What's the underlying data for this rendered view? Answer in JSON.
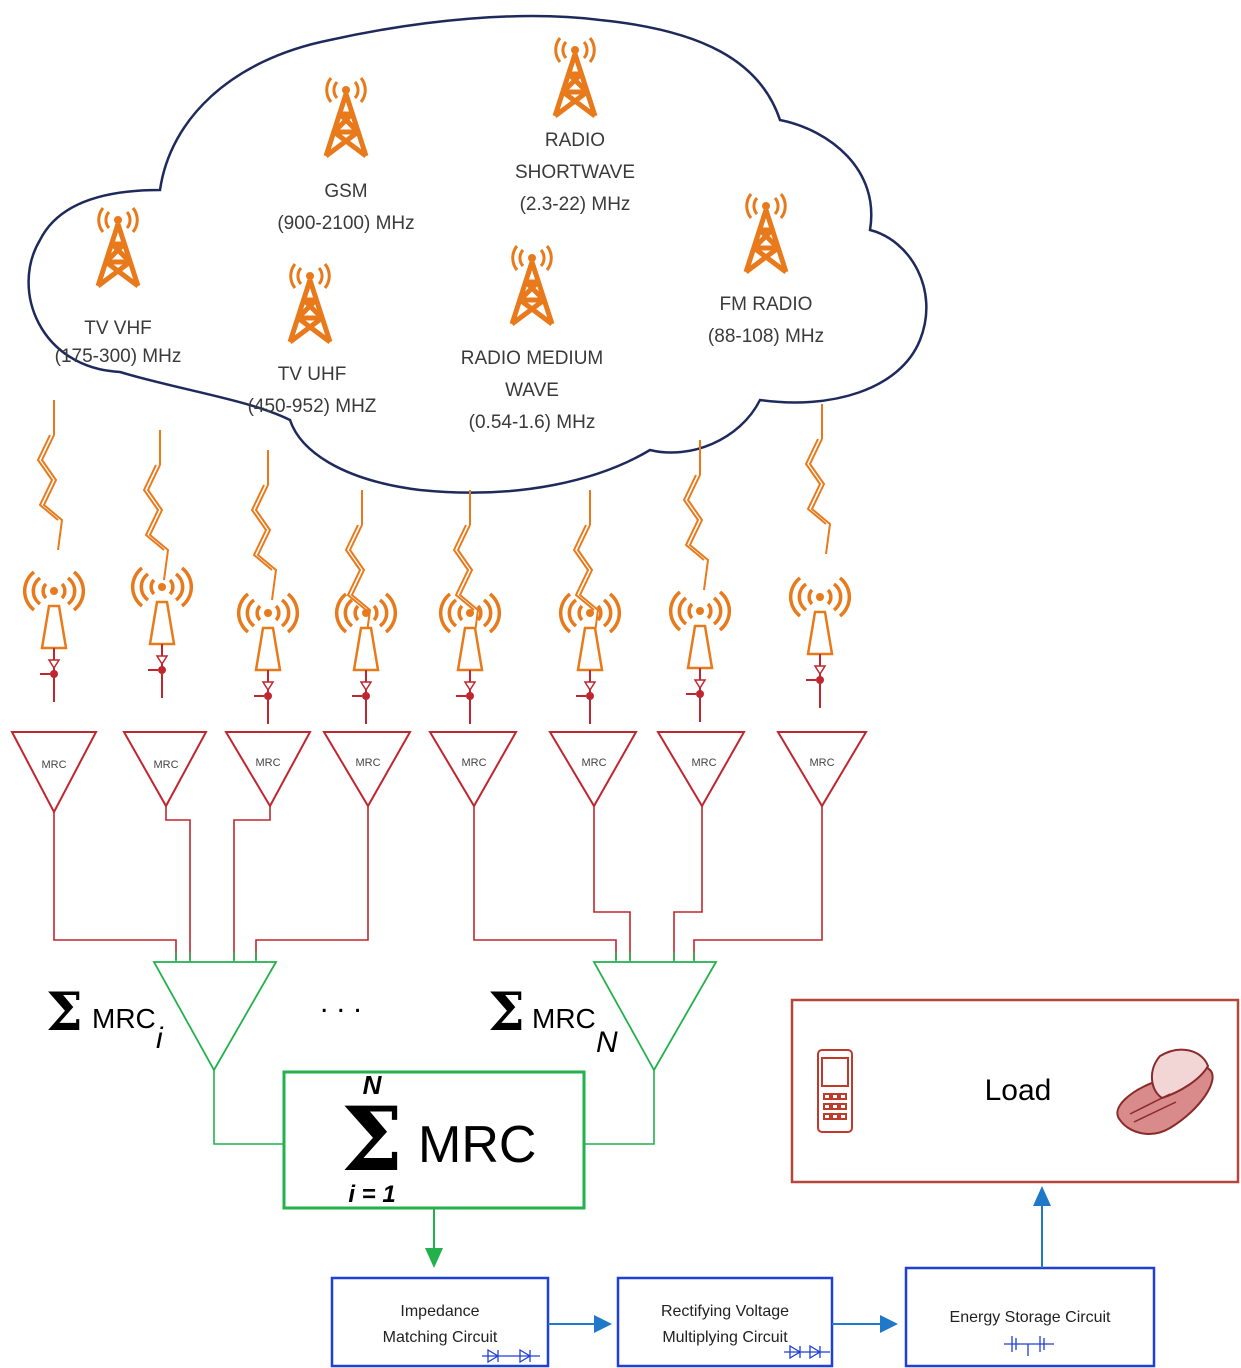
{
  "colors": {
    "cloud_outline": "#1f2a5c",
    "tower": "#e87a1c",
    "feed": "#c0262f",
    "green": "#22b14c",
    "blue": "#1f3fd6",
    "arrow_blue": "#1f78c8",
    "load_border": "#b5473a"
  },
  "sources": [
    {
      "name": "TV VHF",
      "band": "(175-300) MHz"
    },
    {
      "name": "GSM",
      "band": "(900-2100) MHz"
    },
    {
      "name": "TV UHF",
      "band": "(450-952) MHZ"
    },
    {
      "name": "RADIO SHORTWAVE",
      "band": "(2.3-22) MHz"
    },
    {
      "name": "RADIO MEDIUM WAVE",
      "band": "(0.54-1.6) MHz"
    },
    {
      "name": "FM RADIO",
      "band": "(88-108) MHz"
    }
  ],
  "mrc_label": "MRC",
  "combiner_left": {
    "symbol": "Σ",
    "text": "MRC",
    "sub": "i"
  },
  "combiner_right": {
    "symbol": "Σ",
    "text": "MRC",
    "sub": "N"
  },
  "ellipsis": ". . .",
  "sum_block": {
    "symbol": "Σ",
    "upper": "N",
    "lower": "i = 1",
    "text": "MRC"
  },
  "impedance": {
    "line1": "Impedance",
    "line2": "Matching Circuit"
  },
  "rectifier": {
    "line1": "Rectifying Voltage",
    "line2": "Multiplying Circuit"
  },
  "storage": {
    "label": "Energy Storage Circuit"
  },
  "load": {
    "label": "Load",
    "icons": [
      "cell-phone-icon",
      "flip-phone-icon"
    ]
  }
}
